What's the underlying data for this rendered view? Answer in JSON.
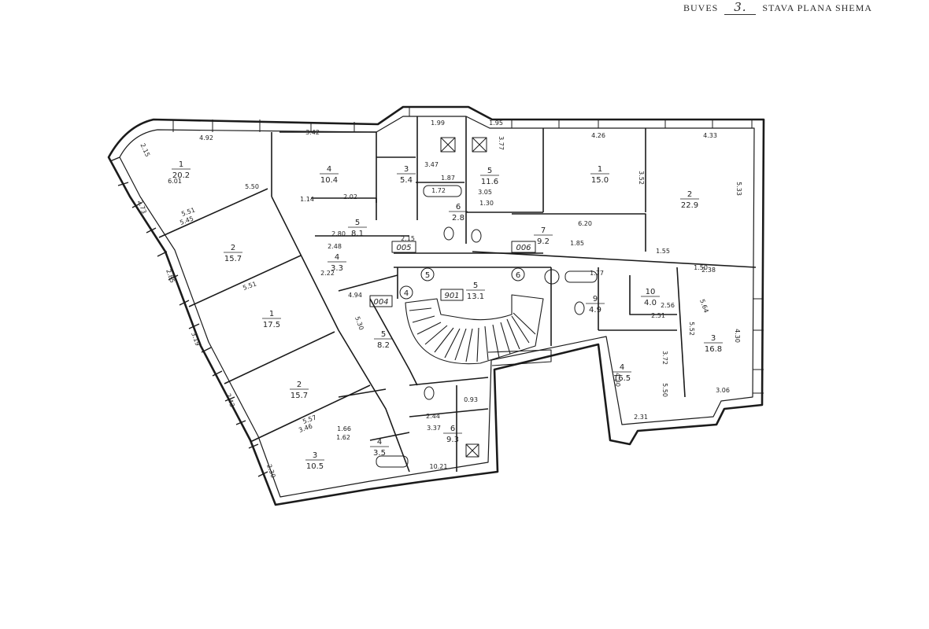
{
  "header": {
    "prefix": "BUVES",
    "floor_number": "3.",
    "suffix": "STAVA PLANA SHEMA"
  },
  "apartment_labels": [
    "004",
    "005",
    "006",
    "901"
  ],
  "axis_markers": [
    "4",
    "5",
    "6"
  ],
  "rooms": [
    {
      "no": "1",
      "area": "20.2"
    },
    {
      "no": "2",
      "area": "15.7"
    },
    {
      "no": "1",
      "area": "17.5"
    },
    {
      "no": "2",
      "area": "15.7"
    },
    {
      "no": "3",
      "area": "10.5"
    },
    {
      "no": "4",
      "area": "3.5"
    },
    {
      "no": "4",
      "area": "10.4"
    },
    {
      "no": "5",
      "area": "8.1"
    },
    {
      "no": "4",
      "area": "3.3"
    },
    {
      "no": "3",
      "area": "5.4"
    },
    {
      "no": "6",
      "area": "2.8"
    },
    {
      "no": "5",
      "area": "11.6"
    },
    {
      "no": "7",
      "area": "9.2"
    },
    {
      "no": "1",
      "area": "15.0"
    },
    {
      "no": "2",
      "area": "22.9"
    },
    {
      "no": "5",
      "area": "13.1"
    },
    {
      "no": "5",
      "area": "8.2"
    },
    {
      "no": "6",
      "area": "9.3"
    },
    {
      "no": "9",
      "area": "4.9"
    },
    {
      "no": "10",
      "area": "4.0"
    },
    {
      "no": "4",
      "area": "16.5"
    },
    {
      "no": "3",
      "area": "16.8"
    }
  ],
  "dimensions": [
    "4.92",
    "2.15",
    "6.01",
    "5.50",
    "5.51",
    "5.45",
    "2.73",
    "2.85",
    "5.51",
    "3.19",
    "5.57",
    "3.46",
    "2.30",
    "2.43",
    "3.42",
    "2.02",
    "1.14",
    "2.80",
    "2.48",
    "1.99",
    "3.47",
    "1.72",
    "1.87",
    "2.15",
    "1.95",
    "3.77",
    "3.05",
    "1.30",
    "4.26",
    "3.52",
    "4.33",
    "5.33",
    "6.20",
    "1.85",
    "1.55",
    "2.38",
    "3.06",
    "5.64",
    "4.30",
    "5.52",
    "3.72",
    "2.31",
    "2.56",
    "2.51",
    "5.50",
    "4.30",
    "1.77",
    "2.44",
    "3.37",
    "10.21",
    "1.66",
    "1.62",
    "0.93",
    "4.94",
    "5.30",
    "2.22",
    "1.50"
  ]
}
